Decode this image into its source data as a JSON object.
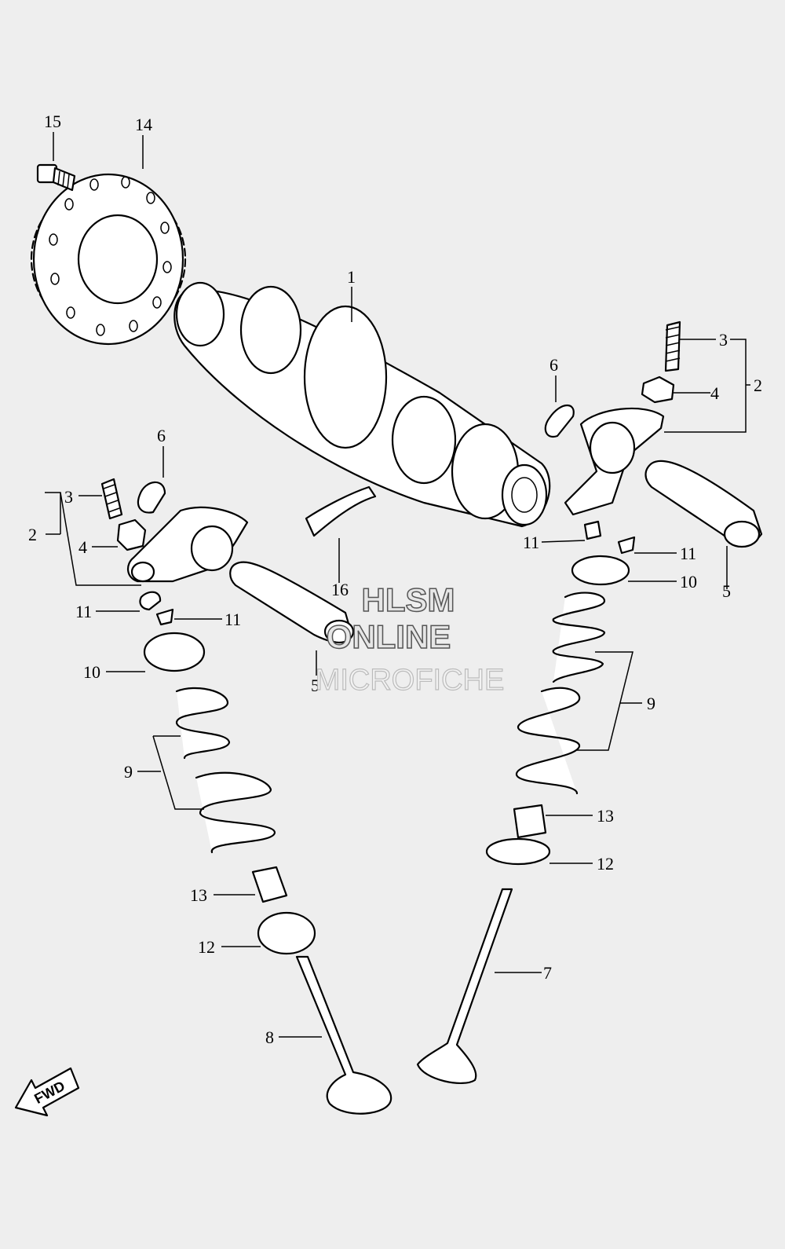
{
  "watermark": {
    "line1": "HLSM",
    "line2": "ONLINE",
    "line3": "MICROFICHE"
  },
  "fwd": "FWD",
  "callouts": [
    {
      "id": "c15",
      "text": "15"
    },
    {
      "id": "c14",
      "text": "14"
    },
    {
      "id": "c1",
      "text": "1"
    },
    {
      "id": "c3r",
      "text": "3"
    },
    {
      "id": "c4r",
      "text": "4"
    },
    {
      "id": "c2r",
      "text": "2"
    },
    {
      "id": "c6r",
      "text": "6"
    },
    {
      "id": "c6l",
      "text": "6"
    },
    {
      "id": "c3l",
      "text": "3"
    },
    {
      "id": "c2l",
      "text": "2"
    },
    {
      "id": "c4l",
      "text": "4"
    },
    {
      "id": "c16",
      "text": "16"
    },
    {
      "id": "c11rl",
      "text": "11"
    },
    {
      "id": "c11rr",
      "text": "11"
    },
    {
      "id": "c5r",
      "text": "5"
    },
    {
      "id": "c10r",
      "text": "10"
    },
    {
      "id": "c11ll",
      "text": "11"
    },
    {
      "id": "c11lr",
      "text": "11"
    },
    {
      "id": "c5l",
      "text": "5"
    },
    {
      "id": "c10l",
      "text": "10"
    },
    {
      "id": "c9r",
      "text": "9"
    },
    {
      "id": "c9l",
      "text": "9"
    },
    {
      "id": "c13r",
      "text": "13"
    },
    {
      "id": "c12r",
      "text": "12"
    },
    {
      "id": "c13l",
      "text": "13"
    },
    {
      "id": "c12l",
      "text": "12"
    },
    {
      "id": "c7",
      "text": "7"
    },
    {
      "id": "c8",
      "text": "8"
    }
  ]
}
